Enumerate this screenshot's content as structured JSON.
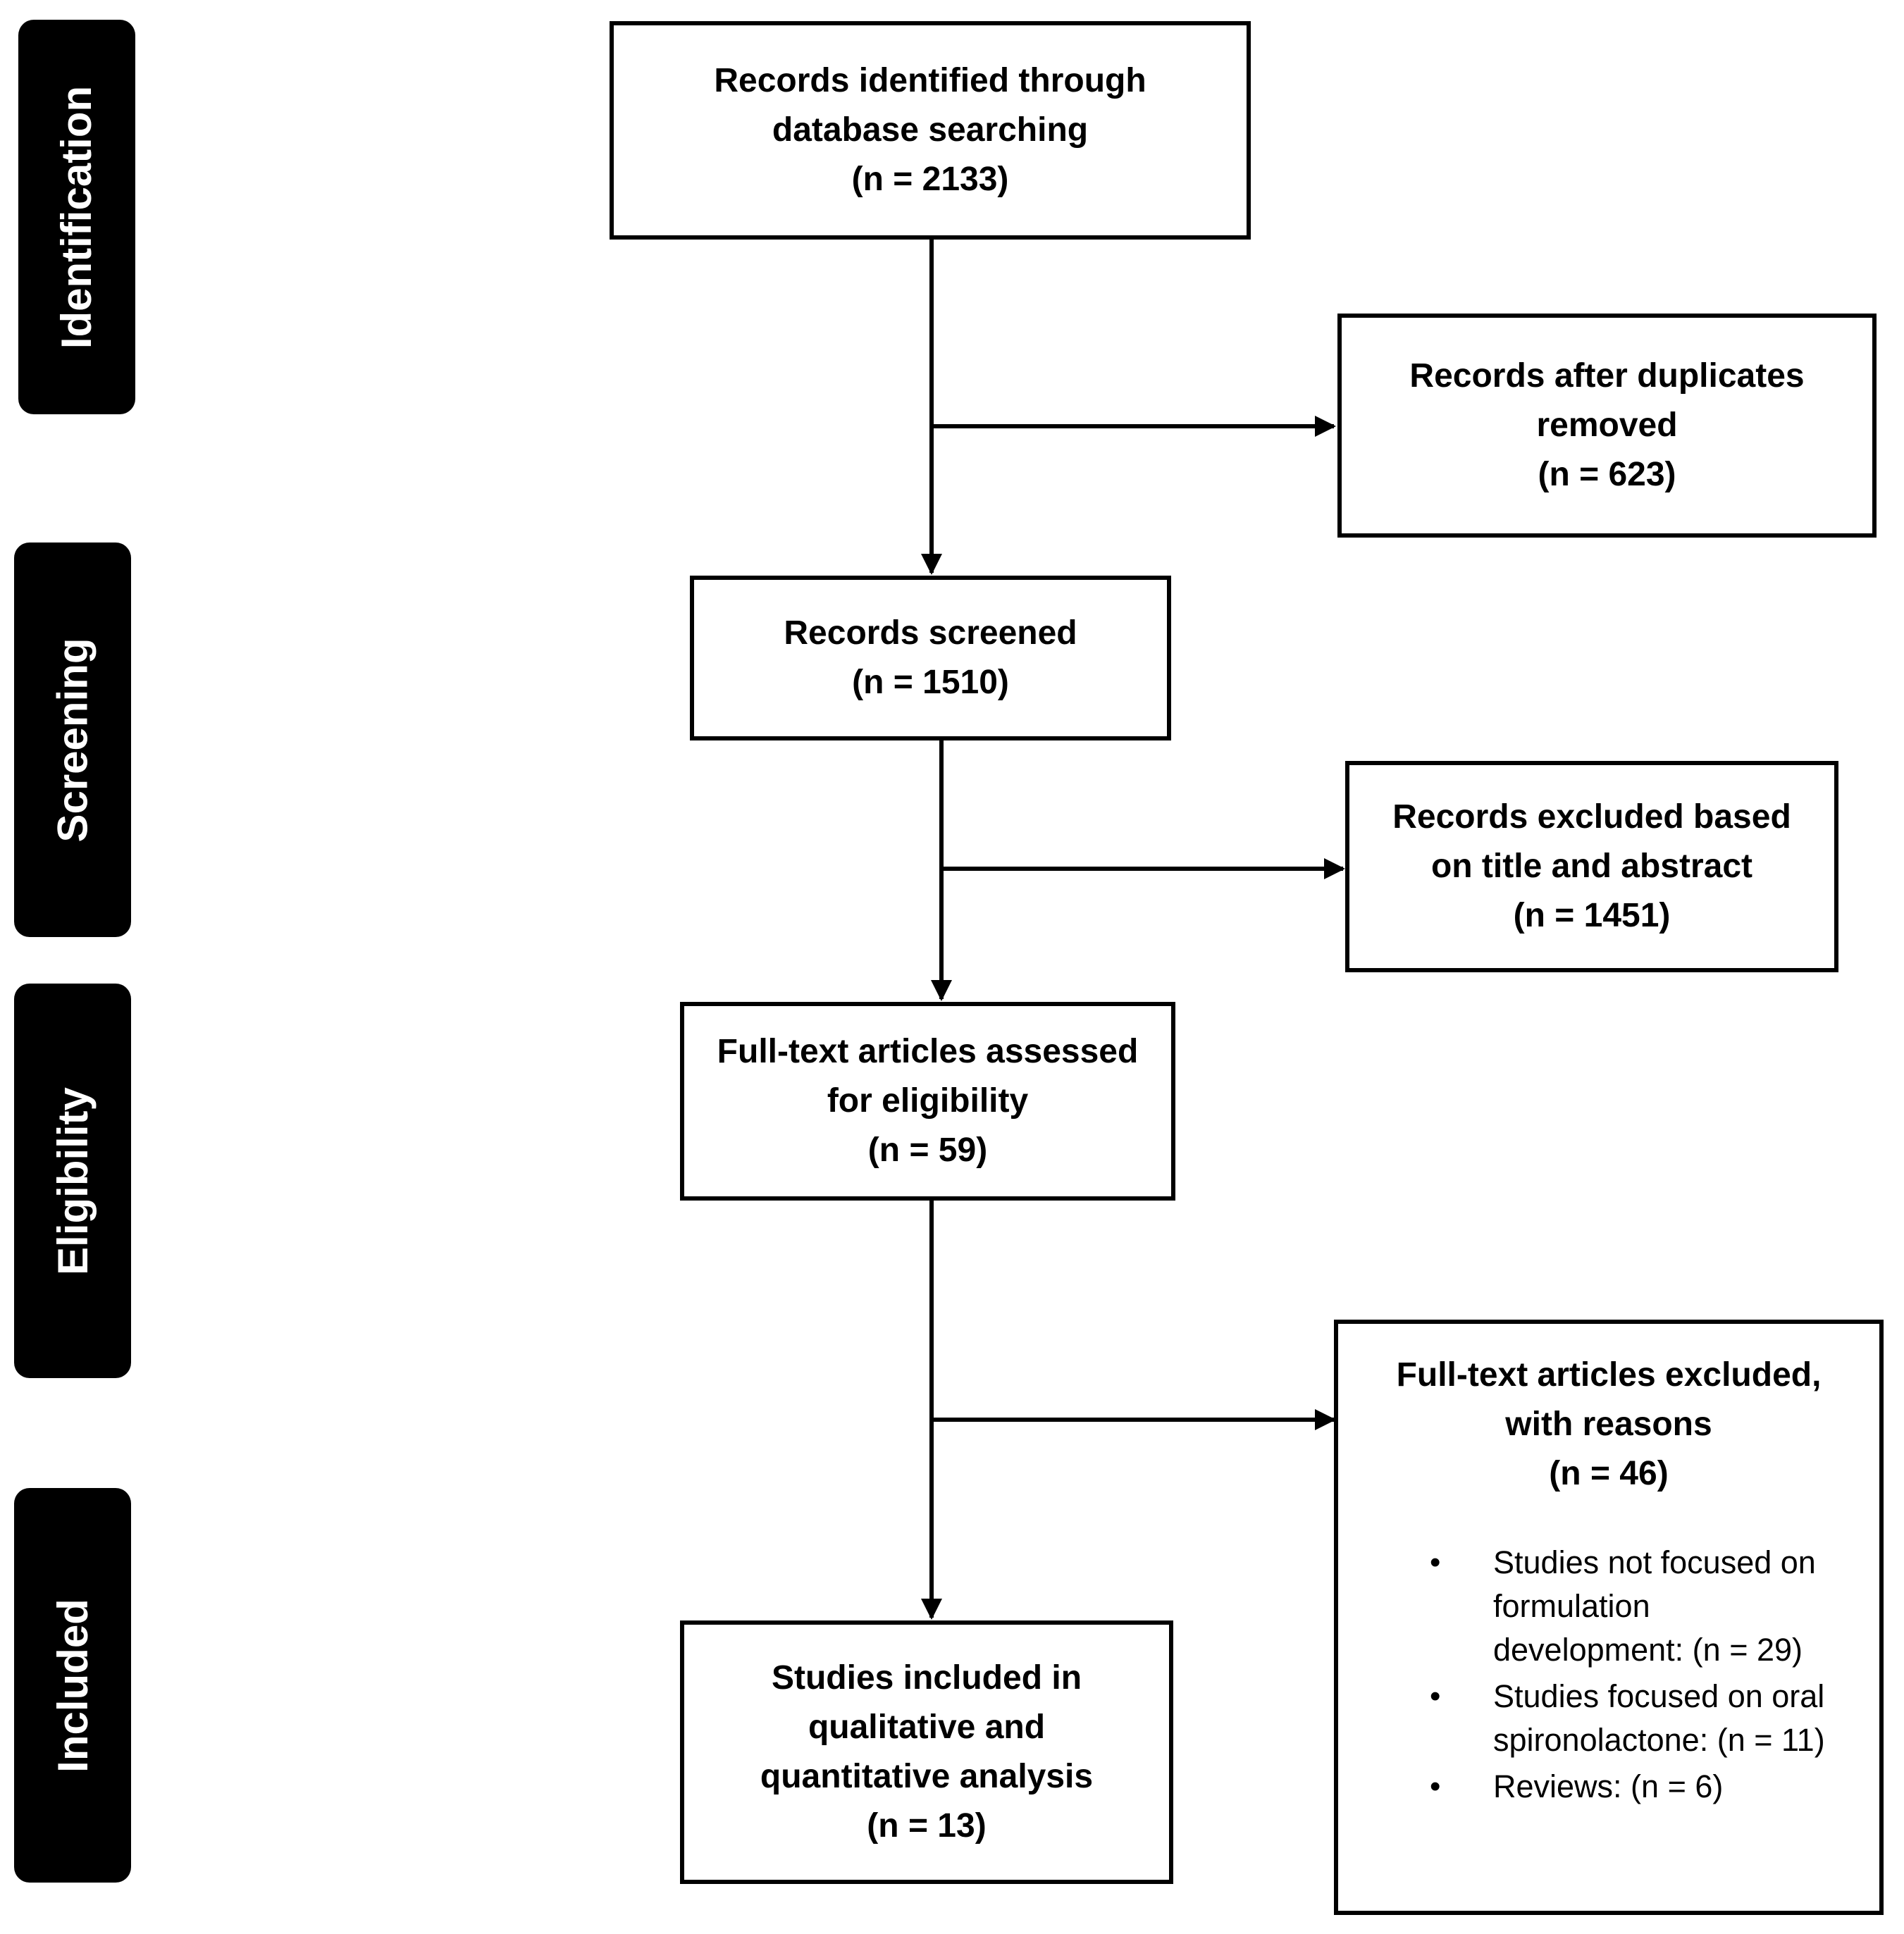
{
  "stages": [
    {
      "id": "identification",
      "label": "Identification"
    },
    {
      "id": "screening",
      "label": "Screening"
    },
    {
      "id": "eligibility",
      "label": "Eligibility"
    },
    {
      "id": "included",
      "label": "Included"
    }
  ],
  "boxes": {
    "identified": {
      "lines": [
        "Records identified through",
        "database searching",
        "(n = 2133)"
      ]
    },
    "duplicates": {
      "lines": [
        "Records after duplicates",
        "removed",
        "(n = 623)"
      ]
    },
    "screened": {
      "lines": [
        "Records screened",
        "(n = 1510)"
      ]
    },
    "excluded_title": {
      "lines": [
        "Records excluded based",
        "on title and abstract",
        "(n = 1451)"
      ]
    },
    "fulltext": {
      "lines": [
        "Full-text articles assessed",
        "for eligibility",
        "(n = 59)"
      ]
    },
    "fulltext_excluded": {
      "lines": [
        "Full-text articles excluded,",
        "with reasons",
        "(n = 46)"
      ],
      "reasons": [
        "Studies not focused on\nformulation\ndevelopment: (n = 29)",
        "Studies focused on oral\nspironolactone: (n = 11)",
        "Reviews: (n = 6)"
      ]
    },
    "included": {
      "lines": [
        "Studies included in",
        "qualitative and",
        "quantitative analysis",
        "(n = 13)"
      ]
    }
  },
  "bullet_glyph": "•",
  "colors": {
    "stroke": "#000000",
    "tab_bg": "#000000",
    "tab_text": "#ffffff",
    "background": "#ffffff"
  }
}
